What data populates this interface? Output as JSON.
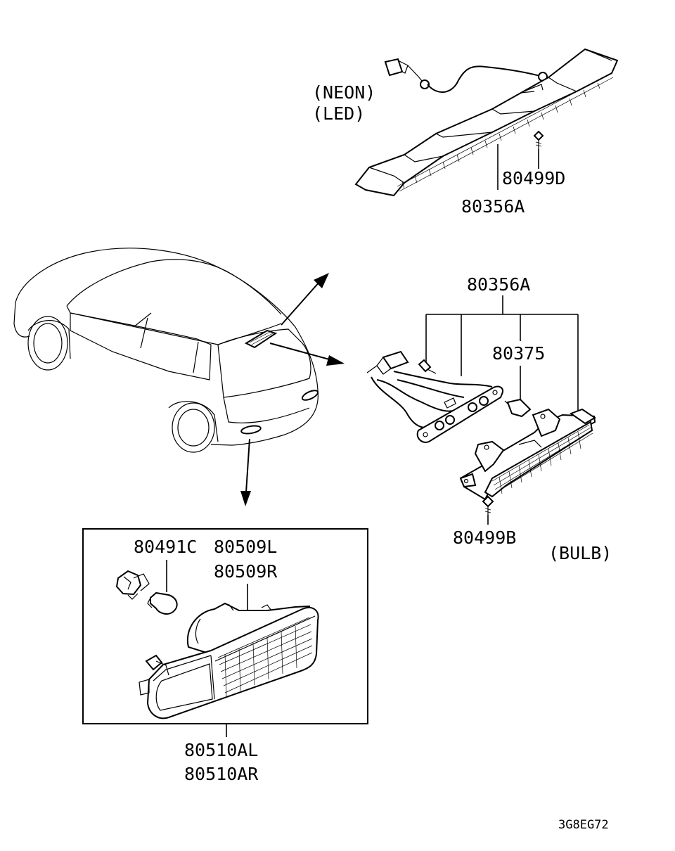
{
  "labels": {
    "neon": "(NEON)",
    "led": "(LED)",
    "bulb": "(BULB)",
    "p80499D": "80499D",
    "p80356A_top": "80356A",
    "p80356A_mid": "80356A",
    "p80375": "80375",
    "p80499B": "80499B",
    "p80491C": "80491C",
    "p80509L": "80509L",
    "p80509R": "80509R",
    "p80510AL": "80510AL",
    "p80510AR": "80510AR",
    "diagram_code": "3G8EG72"
  }
}
